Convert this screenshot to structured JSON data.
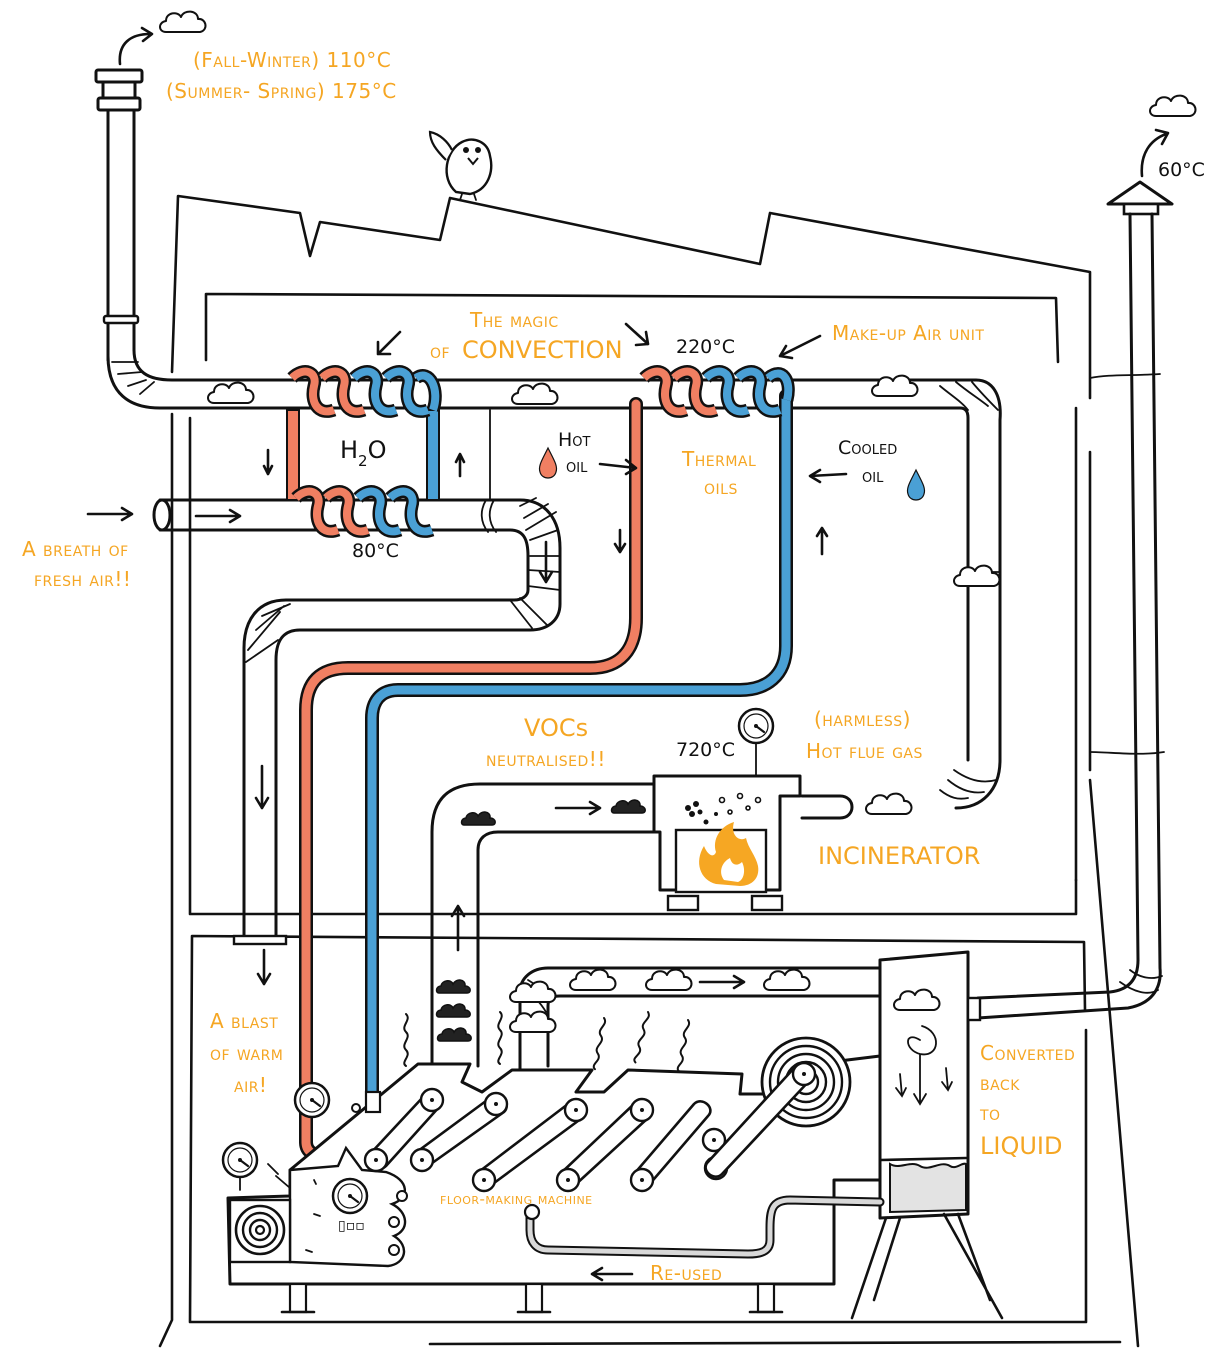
{
  "colors": {
    "label": "#f5a623",
    "hot_oil": "#f07f62",
    "cooled_oil": "#4aa0d5",
    "ink": "#111111",
    "flame": "#f6a723",
    "liquid": "#e3e3e3"
  },
  "labels": {
    "chimney_left_line1": "(Fall-Winter) 110°C",
    "chimney_left_line2": "(Summer- Spring) 175°C",
    "chimney_right_temp": "60°C",
    "magic_line1": "The magic",
    "magic_line2": "of",
    "magic_line3": "CONVECTION",
    "temp_220": "220°C",
    "makeup_air": "Make-up Air unit",
    "h2o_h": "H",
    "h2o_2": "2",
    "h2o_o": "O",
    "hot_oil_line1": "Hot",
    "hot_oil_line2": "oil",
    "thermal_line1": "Thermal",
    "thermal_line2": "oils",
    "cooled_oil_line1": "Cooled",
    "cooled_oil_line2": "oil",
    "fresh_air_line1": "A breath of",
    "fresh_air_line2": "fresh air!!",
    "temp_80": "80°C",
    "vocs_line1": "VOCs",
    "vocs_line2": "neutralised!!",
    "temp_720": "720°C",
    "harmless_line1": "(harmless)",
    "harmless_line2": "Hot flue gas",
    "incinerator": "INCINERATOR",
    "warm_air_line1": "A blast",
    "warm_air_line2": "of warm",
    "warm_air_line3": "air!",
    "converted_line1": "Converted",
    "converted_line2": "back",
    "converted_line3": "to",
    "converted_line4": "LIQUID",
    "machine": "floor-making machine",
    "reused": "Re-used"
  },
  "icons": [
    "cloud-icon",
    "bird-icon",
    "flame-icon",
    "pressure-gauge-icon",
    "oil-drop-icon",
    "spiral-roll-icon",
    "arrow-icon",
    "heat-wave-icon",
    "smoke-puff-icon"
  ]
}
